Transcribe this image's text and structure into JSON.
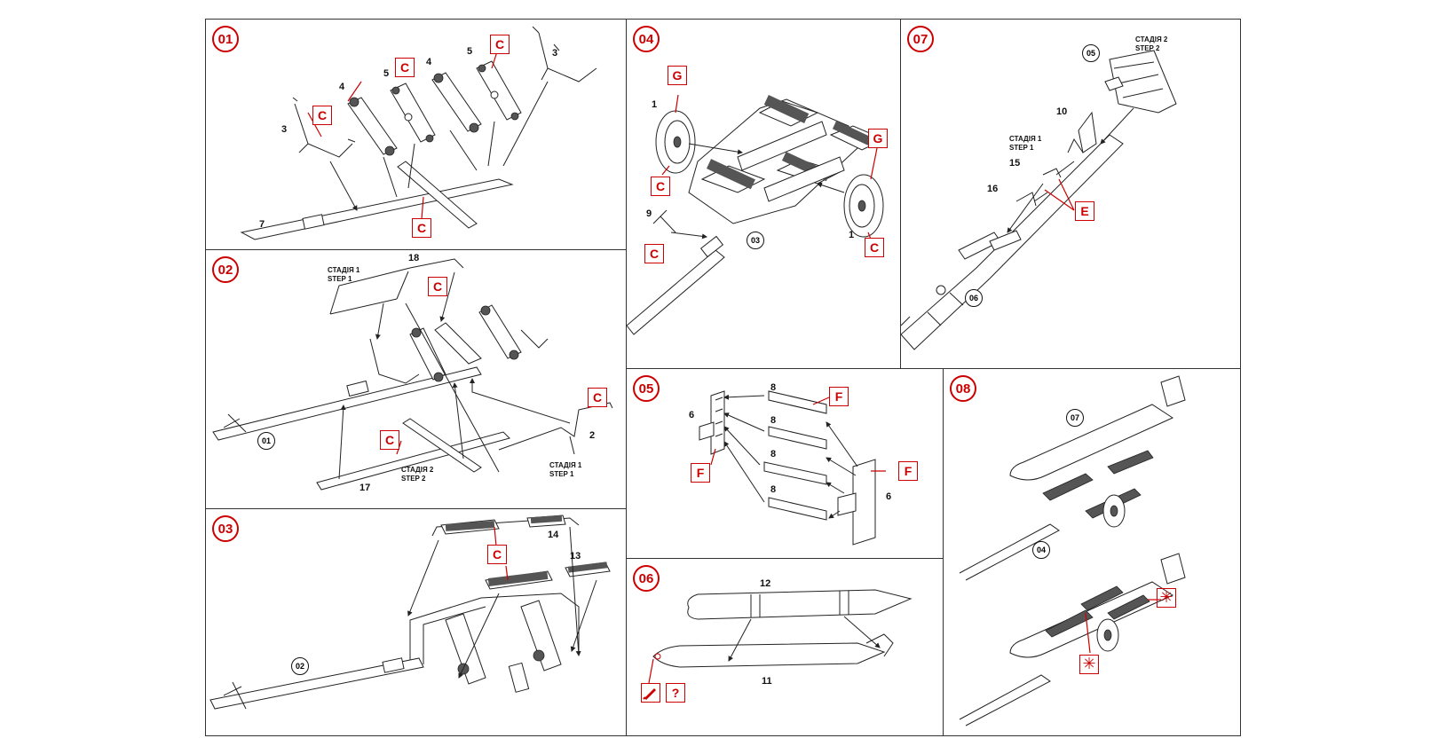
{
  "steps": {
    "s01": {
      "badge": "01",
      "nums": {
        "n3a": "3",
        "n4a": "4",
        "n5a": "5",
        "n4b": "4",
        "n5b": "5",
        "n3b": "3",
        "n7": "7"
      },
      "sprue": "C"
    },
    "s02": {
      "badge": "02",
      "nums": {
        "n18": "18",
        "n2": "2",
        "n17": "17"
      },
      "refs": {
        "r01": "01"
      },
      "labels": {
        "stage1_top": "СТАДІЯ 1",
        "step1_top": "STEP 1",
        "stage2": "СТАДІЯ 2",
        "step2": "STEP 2",
        "stage1_bot": "СТАДІЯ 1",
        "step1_bot": "STEP 1"
      },
      "sprue": "C"
    },
    "s03": {
      "badge": "03",
      "nums": {
        "n14": "14",
        "n13": "13"
      },
      "refs": {
        "r02": "02"
      },
      "sprue": "C"
    },
    "s04": {
      "badge": "04",
      "nums": {
        "n1a": "1",
        "n9": "9",
        "n1b": "1"
      },
      "refs": {
        "r03": "03"
      },
      "sprue_g": "G",
      "sprue_c": "C"
    },
    "s05": {
      "badge": "05",
      "nums": {
        "n8a": "8",
        "n8b": "8",
        "n8c": "8",
        "n8d": "8",
        "n6a": "6",
        "n6b": "6"
      },
      "sprue": "F"
    },
    "s06": {
      "badge": "06",
      "nums": {
        "n12": "12",
        "n11": "11"
      },
      "qmark": "?"
    },
    "s07": {
      "badge": "07",
      "nums": {
        "n10": "10",
        "n15": "15",
        "n16": "16"
      },
      "refs": {
        "r05": "05",
        "r06": "06"
      },
      "labels": {
        "stage2": "СТАДІЯ 2",
        "step2": "STEP 2",
        "stage1": "СТАДІЯ 1",
        "step1": "STEP 1"
      },
      "sprue": "E"
    },
    "s08": {
      "badge": "08",
      "refs": {
        "r07": "07",
        "r04": "04"
      },
      "star": "✳"
    }
  },
  "colors": {
    "accent": "#cc0000",
    "line": "#222222"
  }
}
